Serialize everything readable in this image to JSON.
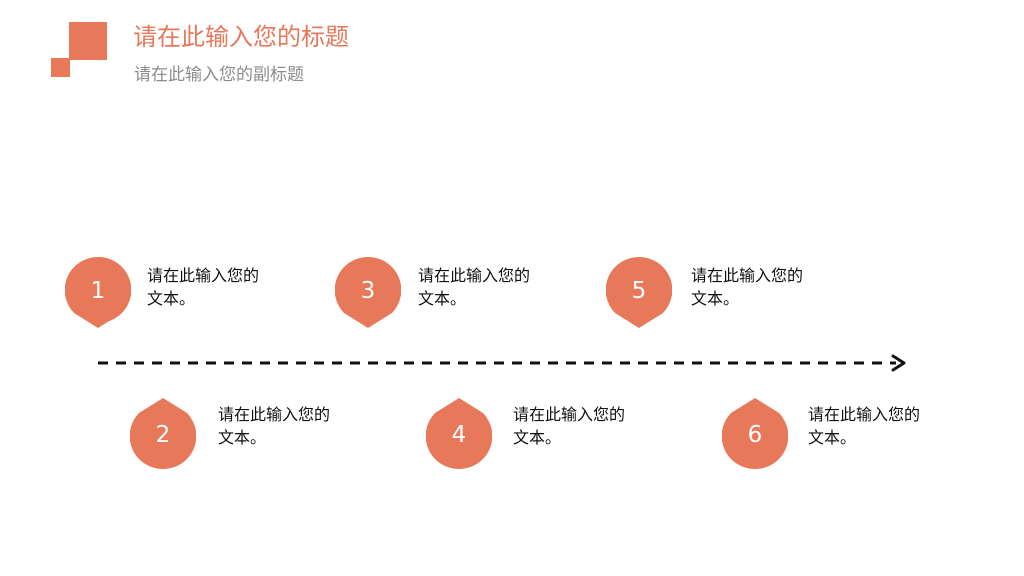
{
  "header": {
    "title": "请在此输入您的标题",
    "subtitle": "请在此输入您的副标题"
  },
  "colors": {
    "accent": "#E8785A",
    "subtitle": "#8c8c8c",
    "text": "#111111",
    "arrow": "#111111"
  },
  "steps": [
    {
      "number": "1",
      "line1": "请在此输入您的",
      "line2": "文本。"
    },
    {
      "number": "2",
      "line1": "请在此输入您的",
      "line2": "文本。"
    },
    {
      "number": "3",
      "line1": "请在此输入您的",
      "line2": "文本。"
    },
    {
      "number": "4",
      "line1": "请在此输入您的",
      "line2": "文本。"
    },
    {
      "number": "5",
      "line1": "请在此输入您的",
      "line2": "文本。"
    },
    {
      "number": "6",
      "line1": "请在此输入您的",
      "line2": "文本。"
    }
  ],
  "icons": {
    "timeline": "dashed-arrow-right-icon",
    "marker": "teardrop-marker-icon"
  }
}
